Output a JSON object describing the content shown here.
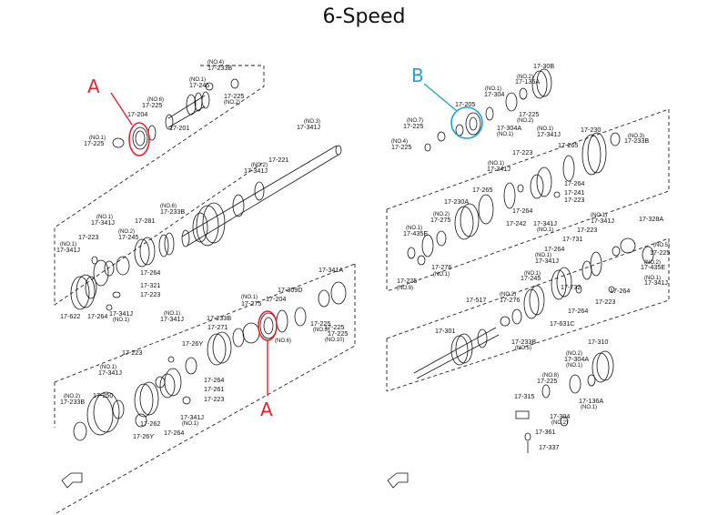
{
  "title": "6-Speed",
  "markers": {
    "a_top": {
      "text": "A",
      "color": "#e8222a"
    },
    "a_bottom": {
      "text": "A",
      "color": "#e8222a"
    },
    "b": {
      "text": "B",
      "color": "#1fa3dc"
    }
  },
  "left_labels": [
    "(NO.4)",
    "17-233B",
    "(NO.1)",
    "17-245",
    "17-225",
    "(NO.2)",
    "(NO.6)",
    "17-225",
    "17-204",
    "17-201",
    "(NO.1)",
    "17-225",
    "(NO.3)",
    "17-341J",
    "(NO.2)",
    "17-341J",
    "17-221",
    "(NO.1)",
    "17-341J",
    "(NO.2)",
    "17-245",
    "17-281",
    "(NO.6)",
    "17-233B",
    "(NO.1)",
    "17-341J",
    "17-223",
    "17-264",
    "17-321",
    "17-223",
    "17-622",
    "17-264",
    "17-341J",
    "(NO.1)",
    "17-204",
    "(NO.1)",
    "17-275",
    "17-309D",
    "17-341A",
    "(NO.1)",
    "17-341J",
    "17-233B",
    "17-271",
    "17-26Y",
    "17-225",
    "(NO.3)",
    "17-225",
    "(NO.6)",
    "17-225",
    "(NO.10)",
    "17-223",
    "(NO.1)",
    "17-341J",
    "17-264",
    "17-261",
    "17-223",
    "(NO.2)",
    "17-233B",
    "17-250",
    "17-341J",
    "(NO.1)",
    "17-262",
    "17-264",
    "17-26Y"
  ],
  "right_labels": [
    "17-30B",
    "(NO.2)",
    "17-136A",
    "(NO.1)",
    "17-304",
    "17-205",
    "17-225",
    "(NO.2)",
    "17-304A",
    "(NO.1)",
    "(NO.7)",
    "17-225",
    "(NO.4)",
    "17-225",
    "17-230",
    "(NO.3)",
    "17-233B",
    "(NO.1)",
    "17-341J",
    "17-265",
    "17-223",
    "(NO.1)",
    "17-341J",
    "17-264",
    "17-241",
    "17-223",
    "17-230A",
    "17-265",
    "17-264",
    "(NO.2)",
    "17-275",
    "17-242",
    "17-341J",
    "(NO.1)",
    "(NO.1)",
    "17-435E",
    "17-276",
    "(NO.1)",
    "17-225",
    "(NO.9)",
    "(NO.1)",
    "17-341J",
    "17-223",
    "17-731",
    "17-264",
    "17-328A",
    "(NO.5)",
    "17-225",
    "(NO.2)",
    "17-435E",
    "(NO.1)",
    "17-341J",
    "17-264",
    "(NO.1)",
    "17-341J",
    "(NO.1)",
    "17-245",
    "17-732",
    "17-223",
    "17-264",
    "17-517",
    "(NO.2)",
    "17-276",
    "17-631C",
    "17-301",
    "17-233B",
    "(NO.5)",
    "(NO.2)",
    "17-304A",
    "(NO.1)",
    "17-310",
    "(NO.8)",
    "17-225",
    "17-315",
    "17-304",
    "(NO.2)",
    "17-136A",
    "(NO.1)",
    "17-361",
    "17-337"
  ]
}
